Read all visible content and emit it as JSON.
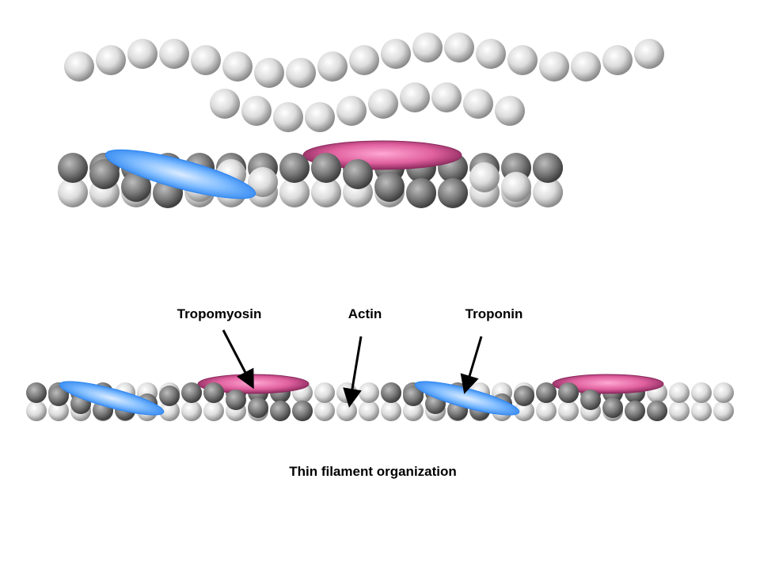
{
  "labels": {
    "tropomyosin": "Tropomyosin",
    "actin": "Actin",
    "troponin": "Troponin"
  },
  "caption": "Thin filament organization",
  "colors": {
    "bead_light": "#f4f4f4",
    "bead_light_edge": "#8a8a8a",
    "bead_dark": "#9a9a9a",
    "bead_dark_edge": "#4a4a4a",
    "tropomyosin_blue": "#5aa8ff",
    "tropomyosin_edge": "#2f86f0",
    "troponin_pink": "#f07ab8",
    "troponin_edge": "#8c2a5e",
    "text": "#000000"
  },
  "icons": {
    "actin_monomer": "sphere-bead",
    "tropomyosin": "blue-ellipse",
    "troponin": "pink-ellipse",
    "pointer": "arrow"
  }
}
